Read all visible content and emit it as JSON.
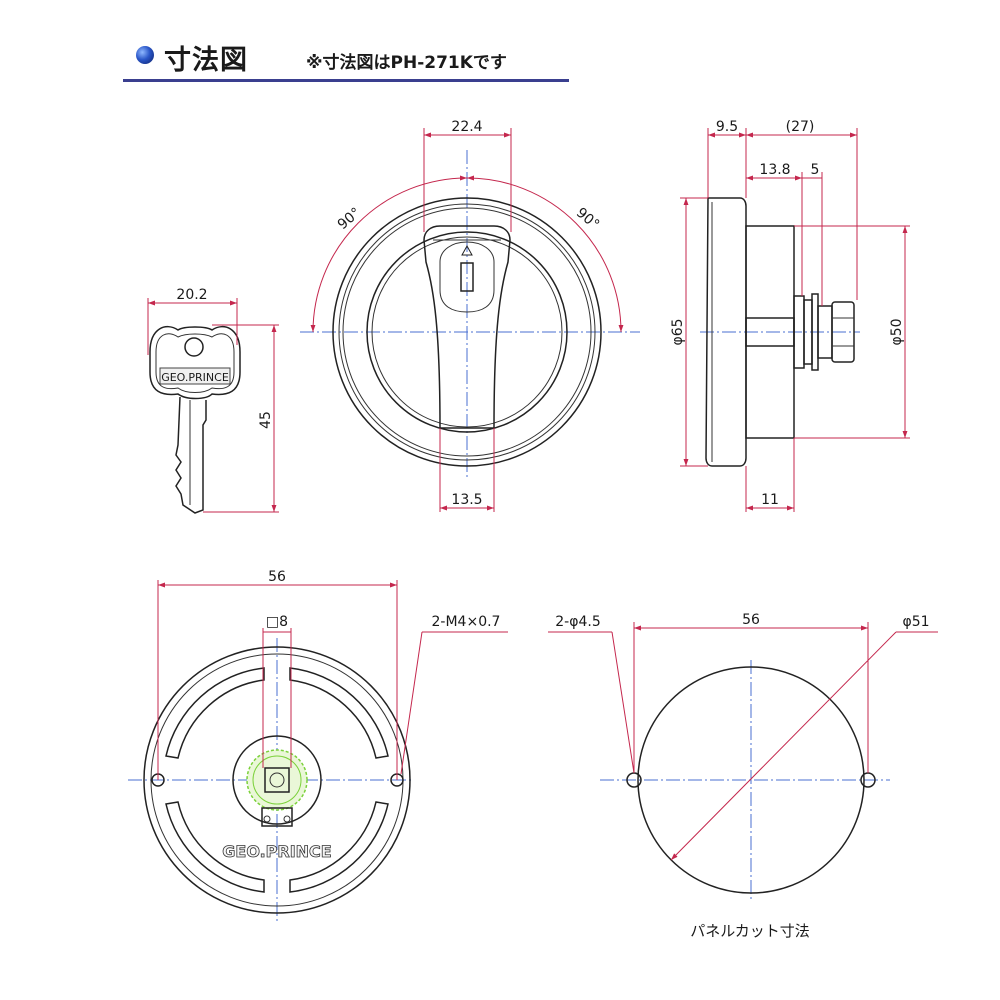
{
  "header": {
    "title": "寸法図",
    "note": "※寸法図はPH-271Kです"
  },
  "labels": {
    "key_width": "20.2",
    "key_length": "45",
    "key_brand": "GEO.PRINCE",
    "front_top_width": "22.4",
    "front_handle_width": "13.5",
    "angle_left": "90°",
    "angle_right": "90°",
    "side_9_5": "9.5",
    "side_27": "(27)",
    "side_13_8": "13.8",
    "side_5": "5",
    "side_diam65": "φ65",
    "side_diam50": "φ50",
    "side_11": "11",
    "back_56": "56",
    "back_sq8": "□8",
    "back_m4": "2-M4×0.7",
    "back_brand": "GEO.PRINCE",
    "cut_hole": "2-φ4.5",
    "cut_56": "56",
    "cut_diam51": "φ51",
    "cut_caption": "パネルカット寸法"
  },
  "colors": {
    "dimension": "#c4274d",
    "centerline": "#4a6fd0",
    "outline": "#222222",
    "rule": "#3a3f8f",
    "highlight": "#7bd13a"
  }
}
